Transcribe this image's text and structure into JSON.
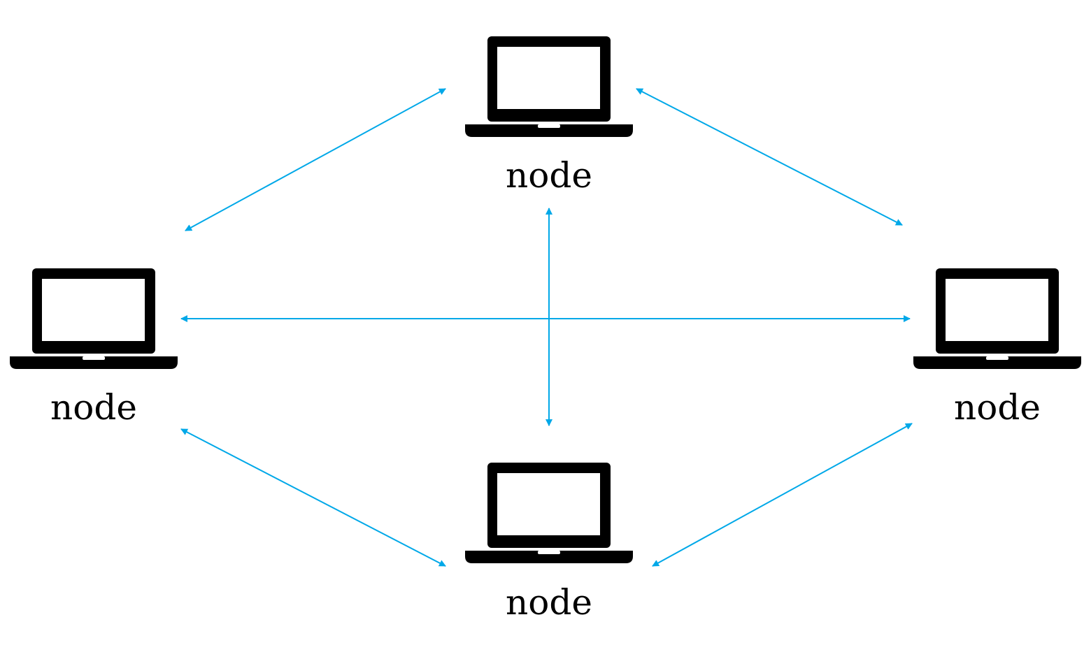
{
  "diagram": {
    "type": "network",
    "edge_color": "#00A8E8",
    "laptop_icon_color": "#000000",
    "nodes": [
      {
        "id": "top",
        "label": "node",
        "icon": "laptop-icon"
      },
      {
        "id": "left",
        "label": "node",
        "icon": "laptop-icon"
      },
      {
        "id": "right",
        "label": "node",
        "icon": "laptop-icon"
      },
      {
        "id": "bottom",
        "label": "node",
        "icon": "laptop-icon"
      }
    ],
    "edges": [
      {
        "from": "top",
        "to": "left",
        "direction": "bidirectional"
      },
      {
        "from": "top",
        "to": "right",
        "direction": "bidirectional"
      },
      {
        "from": "top",
        "to": "bottom",
        "direction": "bidirectional"
      },
      {
        "from": "left",
        "to": "right",
        "direction": "bidirectional"
      },
      {
        "from": "left",
        "to": "bottom",
        "direction": "bidirectional"
      },
      {
        "from": "right",
        "to": "bottom",
        "direction": "bidirectional"
      }
    ]
  }
}
